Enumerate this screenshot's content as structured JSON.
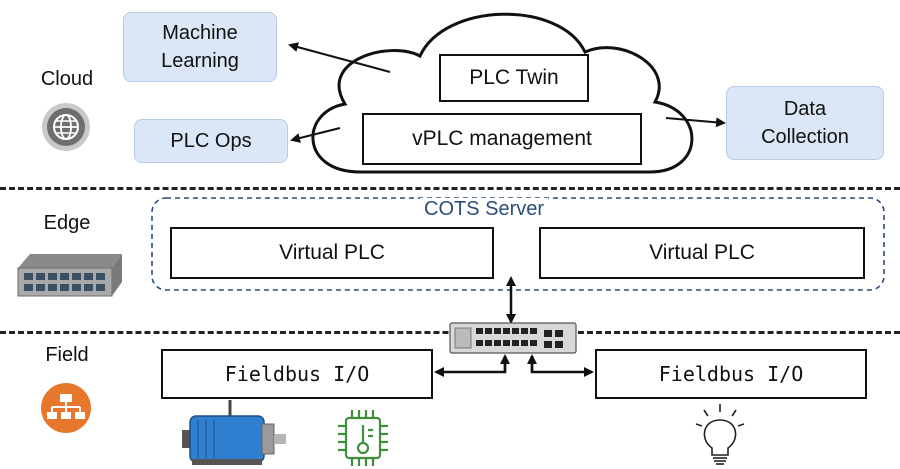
{
  "layers": {
    "cloud": "Cloud",
    "edge": "Edge",
    "field": "Field"
  },
  "cloud": {
    "machine_learning": "Machine\nLearning",
    "plc_ops": "PLC Ops",
    "data_collection": "Data\nCollection",
    "plc_twin": "PLC Twin",
    "vplc_management": "vPLC management"
  },
  "edge": {
    "cots_server": "COTS Server",
    "virtual_plc_left": "Virtual PLC",
    "virtual_plc_right": "Virtual PLC"
  },
  "field": {
    "fieldbus_left": "Fieldbus I/O",
    "fieldbus_right": "Fieldbus I/O"
  },
  "icons": [
    "globe-icon",
    "edge-server-icon",
    "hierarchy-icon",
    "network-switch-icon",
    "motor-icon",
    "temperature-sensor-icon",
    "light-bulb-icon"
  ],
  "colors": {
    "cloud_box_fill": "#dbe7f6",
    "cots_border": "#2a4f78",
    "field_icon_orange": "#e8772e",
    "sensor_green": "#3f8f3a",
    "motor_blue": "#2f7fd0"
  }
}
